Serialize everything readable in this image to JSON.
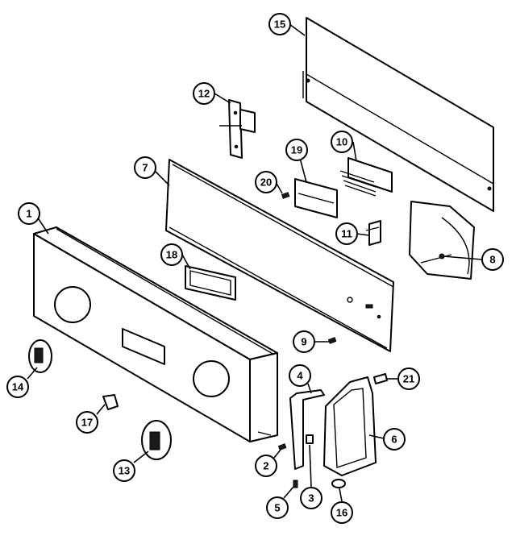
{
  "diagram": {
    "callouts": [
      {
        "label": "15"
      },
      {
        "label": "12"
      },
      {
        "label": "10"
      },
      {
        "label": "19"
      },
      {
        "label": "7"
      },
      {
        "label": "20"
      },
      {
        "label": "1"
      },
      {
        "label": "11"
      },
      {
        "label": "8"
      },
      {
        "label": "18"
      },
      {
        "label": "9"
      },
      {
        "label": "4"
      },
      {
        "label": "21"
      },
      {
        "label": "14"
      },
      {
        "label": "17"
      },
      {
        "label": "6"
      },
      {
        "label": "13"
      },
      {
        "label": "2"
      },
      {
        "label": "3"
      },
      {
        "label": "5"
      },
      {
        "label": "16"
      }
    ]
  }
}
